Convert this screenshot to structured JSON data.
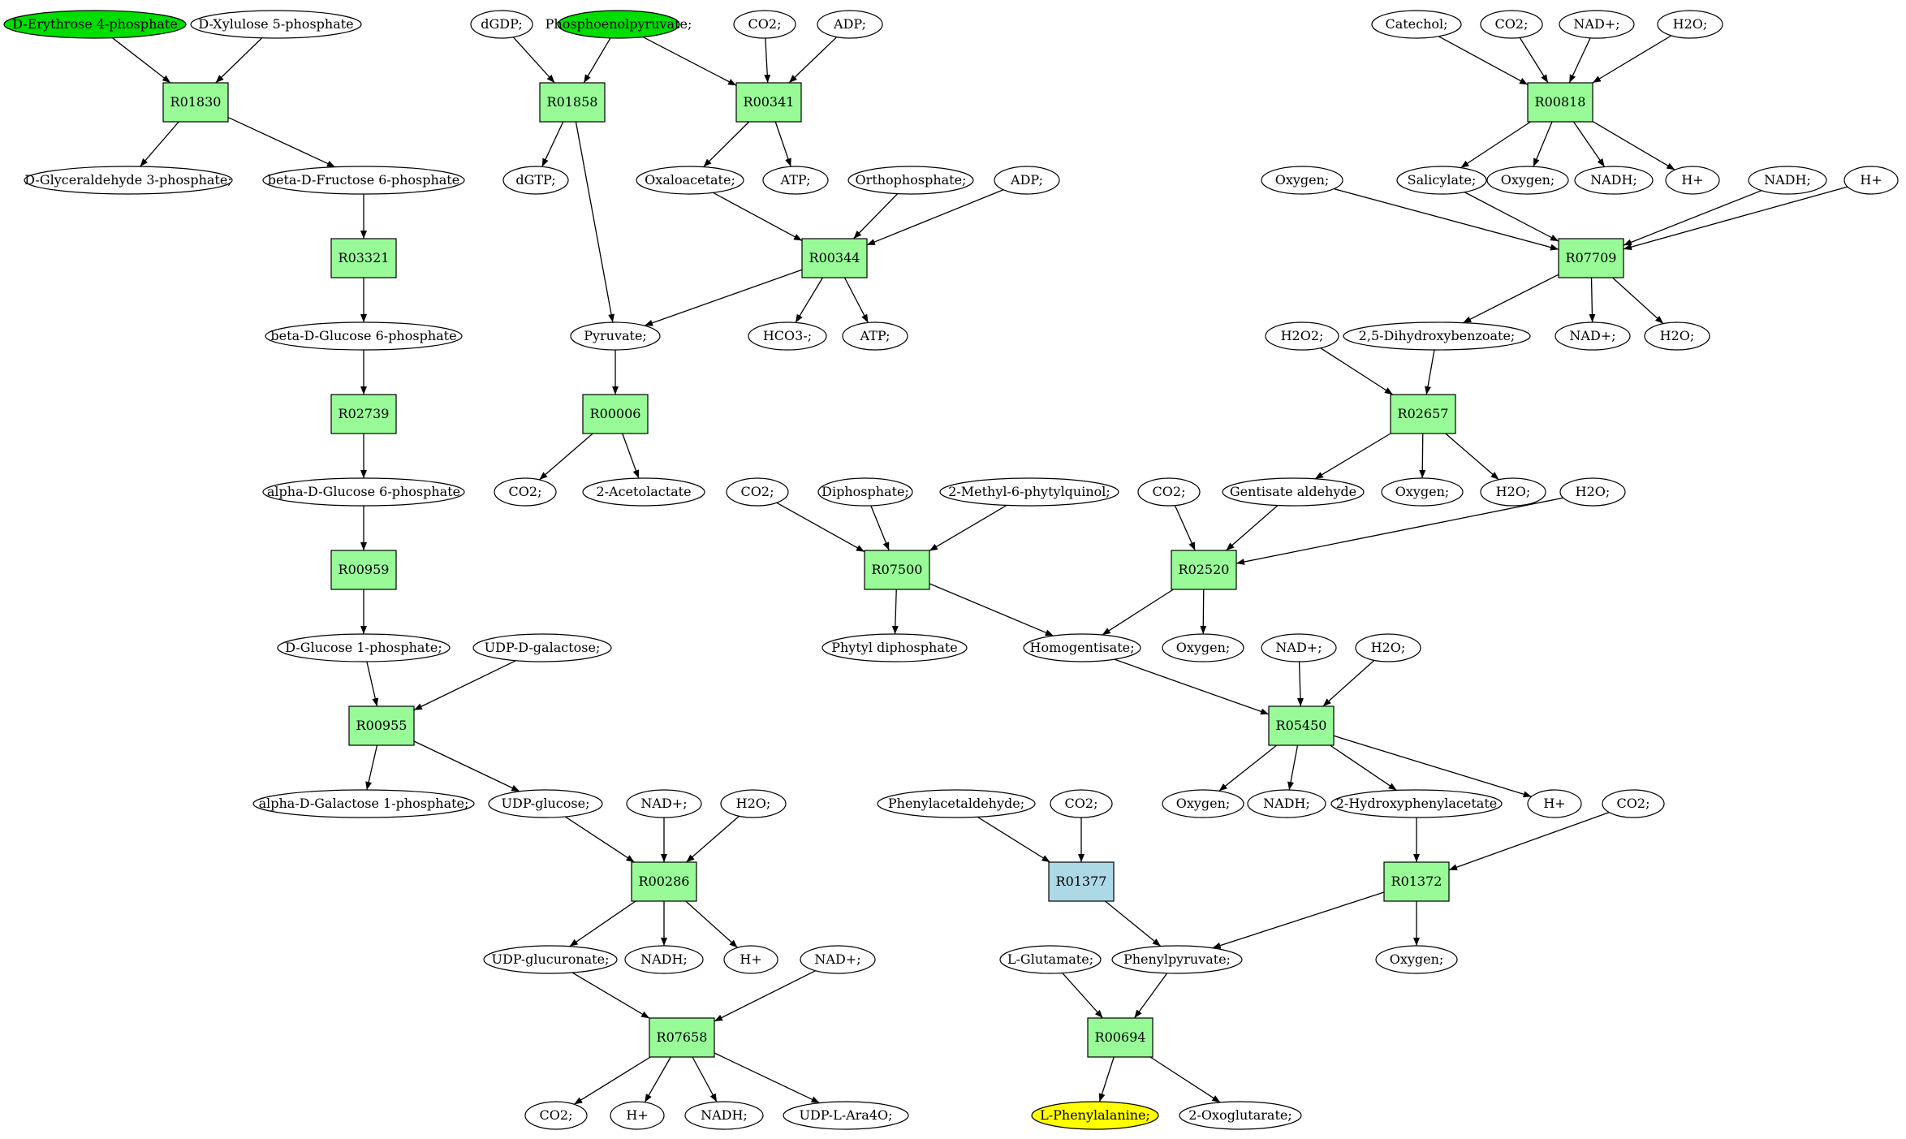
{
  "colors": {
    "start": "#00dd00",
    "target": "#ffff00",
    "reaction": "#98fb98",
    "reaction_highlight": "#add8e6",
    "compound": "#ffffff",
    "line": "#000000"
  },
  "compounds": [
    {
      "id": "c1",
      "label": "D-Erythrose 4-phosphate",
      "role": "start"
    },
    {
      "id": "c2",
      "label": "D-Xylulose 5-phosphate"
    },
    {
      "id": "c3",
      "label": "D-Glyceraldehyde 3-phosphate;"
    },
    {
      "id": "c4",
      "label": "beta-D-Fructose 6-phosphate"
    },
    {
      "id": "c5",
      "label": "beta-D-Glucose 6-phosphate"
    },
    {
      "id": "c6",
      "label": "alpha-D-Glucose 6-phosphate"
    },
    {
      "id": "c7",
      "label": "D-Glucose 1-phosphate;"
    },
    {
      "id": "c8",
      "label": "UDP-D-galactose;"
    },
    {
      "id": "c9",
      "label": "alpha-D-Galactose 1-phosphate;"
    },
    {
      "id": "c10",
      "label": "UDP-glucose;"
    },
    {
      "id": "c11",
      "label": "NAD+;"
    },
    {
      "id": "c12",
      "label": "H2O;"
    },
    {
      "id": "c13",
      "label": "UDP-glucuronate;"
    },
    {
      "id": "c14",
      "label": "NADH;"
    },
    {
      "id": "c15",
      "label": "H+"
    },
    {
      "id": "c16",
      "label": "NAD+;"
    },
    {
      "id": "c17",
      "label": "CO2;"
    },
    {
      "id": "c18",
      "label": "H+"
    },
    {
      "id": "c19",
      "label": "NADH;"
    },
    {
      "id": "c20",
      "label": "UDP-L-Ara4O;"
    },
    {
      "id": "c21",
      "label": "dGDP;"
    },
    {
      "id": "c22",
      "label": "Phosphoenolpyruvate;",
      "role": "start"
    },
    {
      "id": "c23",
      "label": "CO2;"
    },
    {
      "id": "c24",
      "label": "ADP;"
    },
    {
      "id": "c25",
      "label": "dGTP;"
    },
    {
      "id": "c26",
      "label": "Oxaloacetate;"
    },
    {
      "id": "c27",
      "label": "ATP;"
    },
    {
      "id": "c28",
      "label": "Orthophosphate;"
    },
    {
      "id": "c29",
      "label": "ADP;"
    },
    {
      "id": "c30",
      "label": "Pyruvate;"
    },
    {
      "id": "c31",
      "label": "HCO3-;"
    },
    {
      "id": "c32",
      "label": "ATP;"
    },
    {
      "id": "c33",
      "label": "CO2;"
    },
    {
      "id": "c34",
      "label": "2-Acetolactate"
    },
    {
      "id": "c35",
      "label": "CO2;"
    },
    {
      "id": "c36",
      "label": "Diphosphate;"
    },
    {
      "id": "c37",
      "label": "2-Methyl-6-phytylquinol;"
    },
    {
      "id": "c38",
      "label": "Phytyl diphosphate"
    },
    {
      "id": "c39",
      "label": "Homogentisate;"
    },
    {
      "id": "c40",
      "label": "CO2;"
    },
    {
      "id": "c41",
      "label": "Gentisate aldehyde"
    },
    {
      "id": "c42",
      "label": "H2O;"
    },
    {
      "id": "c43",
      "label": "Oxygen;"
    },
    {
      "id": "c44",
      "label": "NAD+;"
    },
    {
      "id": "c45",
      "label": "H2O;"
    },
    {
      "id": "c46",
      "label": "Oxygen;"
    },
    {
      "id": "c47",
      "label": "NADH;"
    },
    {
      "id": "c48",
      "label": "2-Hydroxyphenylacetate"
    },
    {
      "id": "c49",
      "label": "H+"
    },
    {
      "id": "c50",
      "label": "CO2;"
    },
    {
      "id": "c51",
      "label": "Phenylacetaldehyde;"
    },
    {
      "id": "c52",
      "label": "CO2;"
    },
    {
      "id": "c53",
      "label": "L-Glutamate;"
    },
    {
      "id": "c54",
      "label": "Phenylpyruvate;"
    },
    {
      "id": "c55",
      "label": "Oxygen;"
    },
    {
      "id": "c56",
      "label": "L-Phenylalanine;",
      "role": "target"
    },
    {
      "id": "c57",
      "label": "2-Oxoglutarate;"
    },
    {
      "id": "c58",
      "label": "Catechol;"
    },
    {
      "id": "c59",
      "label": "CO2;"
    },
    {
      "id": "c60",
      "label": "NAD+;"
    },
    {
      "id": "c61",
      "label": "H2O;"
    },
    {
      "id": "c62",
      "label": "Oxygen;"
    },
    {
      "id": "c63",
      "label": "Salicylate;"
    },
    {
      "id": "c64",
      "label": "Oxygen;"
    },
    {
      "id": "c65",
      "label": "NADH;"
    },
    {
      "id": "c66",
      "label": "H+"
    },
    {
      "id": "c67",
      "label": "NADH;"
    },
    {
      "id": "c68",
      "label": "H+"
    },
    {
      "id": "c69",
      "label": "H2O2;"
    },
    {
      "id": "c70",
      "label": "2,5-Dihydroxybenzoate;"
    },
    {
      "id": "c71",
      "label": "NAD+;"
    },
    {
      "id": "c72",
      "label": "H2O;"
    },
    {
      "id": "c73",
      "label": "Oxygen;"
    },
    {
      "id": "c74",
      "label": "H2O;"
    }
  ],
  "reactions": [
    {
      "id": "r1",
      "label": "R01830"
    },
    {
      "id": "r2",
      "label": "R03321"
    },
    {
      "id": "r3",
      "label": "R02739"
    },
    {
      "id": "r4",
      "label": "R00959"
    },
    {
      "id": "r5",
      "label": "R00955"
    },
    {
      "id": "r6",
      "label": "R00286"
    },
    {
      "id": "r7",
      "label": "R07658"
    },
    {
      "id": "r8",
      "label": "R01858"
    },
    {
      "id": "r9",
      "label": "R00341"
    },
    {
      "id": "r10",
      "label": "R00344"
    },
    {
      "id": "r11",
      "label": "R00006"
    },
    {
      "id": "r12",
      "label": "R07500"
    },
    {
      "id": "r13",
      "label": "R02520"
    },
    {
      "id": "r14",
      "label": "R05450"
    },
    {
      "id": "r15",
      "label": "R01377",
      "role": "highlight"
    },
    {
      "id": "r16",
      "label": "R01372"
    },
    {
      "id": "r17",
      "label": "R00694"
    },
    {
      "id": "r18",
      "label": "R00818"
    },
    {
      "id": "r19",
      "label": "R07709"
    },
    {
      "id": "r20",
      "label": "R02657"
    }
  ],
  "edges": [
    [
      "c1",
      "r1"
    ],
    [
      "c2",
      "r1"
    ],
    [
      "r1",
      "c3"
    ],
    [
      "r1",
      "c4"
    ],
    [
      "c4",
      "r2"
    ],
    [
      "r2",
      "c5"
    ],
    [
      "c5",
      "r3"
    ],
    [
      "r3",
      "c6"
    ],
    [
      "c6",
      "r4"
    ],
    [
      "r4",
      "c7"
    ],
    [
      "c7",
      "r5"
    ],
    [
      "c8",
      "r5"
    ],
    [
      "r5",
      "c9"
    ],
    [
      "r5",
      "c10"
    ],
    [
      "c10",
      "r6"
    ],
    [
      "c11",
      "r6"
    ],
    [
      "c12",
      "r6"
    ],
    [
      "r6",
      "c13"
    ],
    [
      "r6",
      "c14"
    ],
    [
      "r6",
      "c15"
    ],
    [
      "c13",
      "r7"
    ],
    [
      "c16",
      "r7"
    ],
    [
      "r7",
      "c17"
    ],
    [
      "r7",
      "c18"
    ],
    [
      "r7",
      "c19"
    ],
    [
      "r7",
      "c20"
    ],
    [
      "c21",
      "r8"
    ],
    [
      "c22",
      "r8"
    ],
    [
      "r8",
      "c25"
    ],
    [
      "r8",
      "c30"
    ],
    [
      "c22",
      "r9"
    ],
    [
      "c23",
      "r9"
    ],
    [
      "c24",
      "r9"
    ],
    [
      "r9",
      "c26"
    ],
    [
      "r9",
      "c27"
    ],
    [
      "c26",
      "r10"
    ],
    [
      "c28",
      "r10"
    ],
    [
      "c29",
      "r10"
    ],
    [
      "r10",
      "c30"
    ],
    [
      "r10",
      "c31"
    ],
    [
      "r10",
      "c32"
    ],
    [
      "c30",
      "r11"
    ],
    [
      "r11",
      "c33"
    ],
    [
      "r11",
      "c34"
    ],
    [
      "c35",
      "r12"
    ],
    [
      "c36",
      "r12"
    ],
    [
      "c37",
      "r12"
    ],
    [
      "r12",
      "c38"
    ],
    [
      "r12",
      "c39"
    ],
    [
      "c40",
      "r13"
    ],
    [
      "c41",
      "r13"
    ],
    [
      "c42",
      "r13"
    ],
    [
      "r13",
      "c39"
    ],
    [
      "r13",
      "c43"
    ],
    [
      "c39",
      "r14"
    ],
    [
      "c44",
      "r14"
    ],
    [
      "c45",
      "r14"
    ],
    [
      "r14",
      "c46"
    ],
    [
      "r14",
      "c47"
    ],
    [
      "r14",
      "c48"
    ],
    [
      "r14",
      "c49"
    ],
    [
      "c51",
      "r15"
    ],
    [
      "c52",
      "r15"
    ],
    [
      "r15",
      "c54"
    ],
    [
      "c48",
      "r16"
    ],
    [
      "c50",
      "r16"
    ],
    [
      "r16",
      "c54"
    ],
    [
      "r16",
      "c55"
    ],
    [
      "c53",
      "r17"
    ],
    [
      "c54",
      "r17"
    ],
    [
      "r17",
      "c56"
    ],
    [
      "r17",
      "c57"
    ],
    [
      "c58",
      "r18"
    ],
    [
      "c59",
      "r18"
    ],
    [
      "c60",
      "r18"
    ],
    [
      "c61",
      "r18"
    ],
    [
      "r18",
      "c63"
    ],
    [
      "r18",
      "c64"
    ],
    [
      "r18",
      "c65"
    ],
    [
      "r18",
      "c66"
    ],
    [
      "c62",
      "r19"
    ],
    [
      "c63",
      "r19"
    ],
    [
      "c67",
      "r19"
    ],
    [
      "c68",
      "r19"
    ],
    [
      "r19",
      "c70"
    ],
    [
      "r19",
      "c71"
    ],
    [
      "r19",
      "c72"
    ],
    [
      "c69",
      "r20"
    ],
    [
      "c70",
      "r20"
    ],
    [
      "r20",
      "c41"
    ],
    [
      "r20",
      "c73"
    ],
    [
      "r20",
      "c74"
    ]
  ]
}
